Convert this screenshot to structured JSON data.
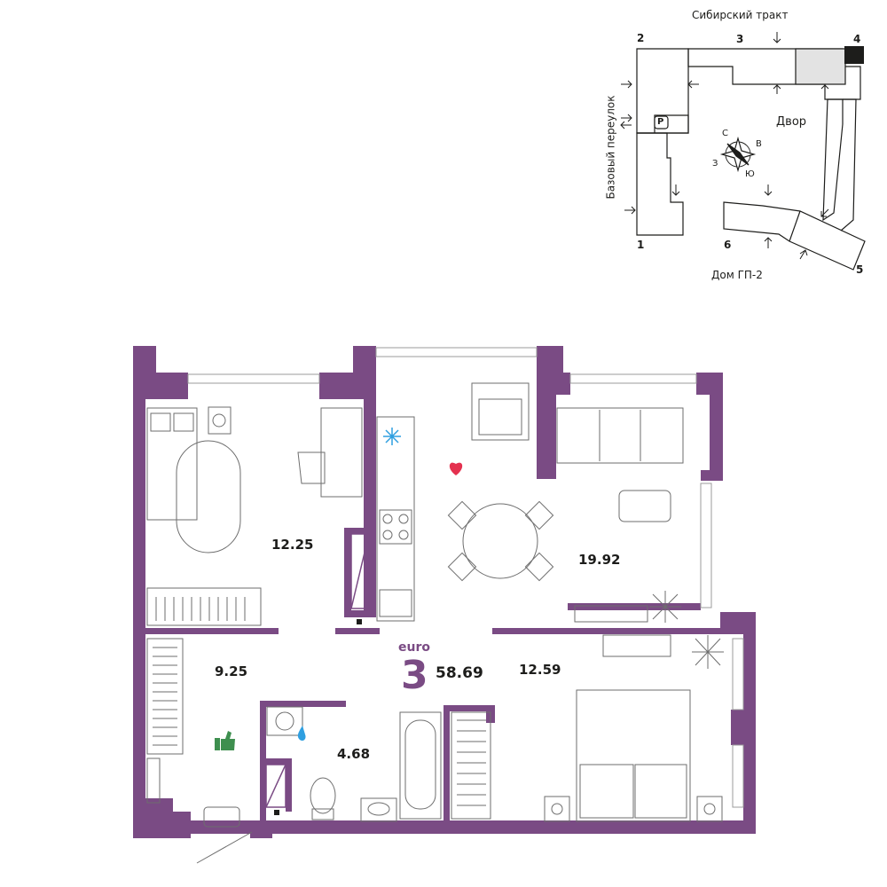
{
  "siteplan": {
    "street_top": "Сибирский тракт",
    "street_left": "Базовый переулок",
    "courtyard": "Двор",
    "house_label": "Дом ГП-2",
    "parking": "P",
    "compass": {
      "n": "С",
      "e": "В",
      "s": "Ю",
      "w": "З"
    },
    "sections": [
      "1",
      "2",
      "3",
      "4",
      "5",
      "6"
    ]
  },
  "plan": {
    "type_label": "euro",
    "rooms_count": "3",
    "total_area": "58.69",
    "rooms": {
      "bedroom_left": "12.25",
      "living_kitchen": "19.92",
      "hall": "9.25",
      "bathroom": "4.68",
      "bedroom_right": "12.59"
    }
  },
  "colors": {
    "wall": "#7a4b84",
    "heart": "#e4314f",
    "thumb": "#3e8f4f",
    "drop": "#2f9fe0",
    "accent": "#1d1d1b"
  }
}
